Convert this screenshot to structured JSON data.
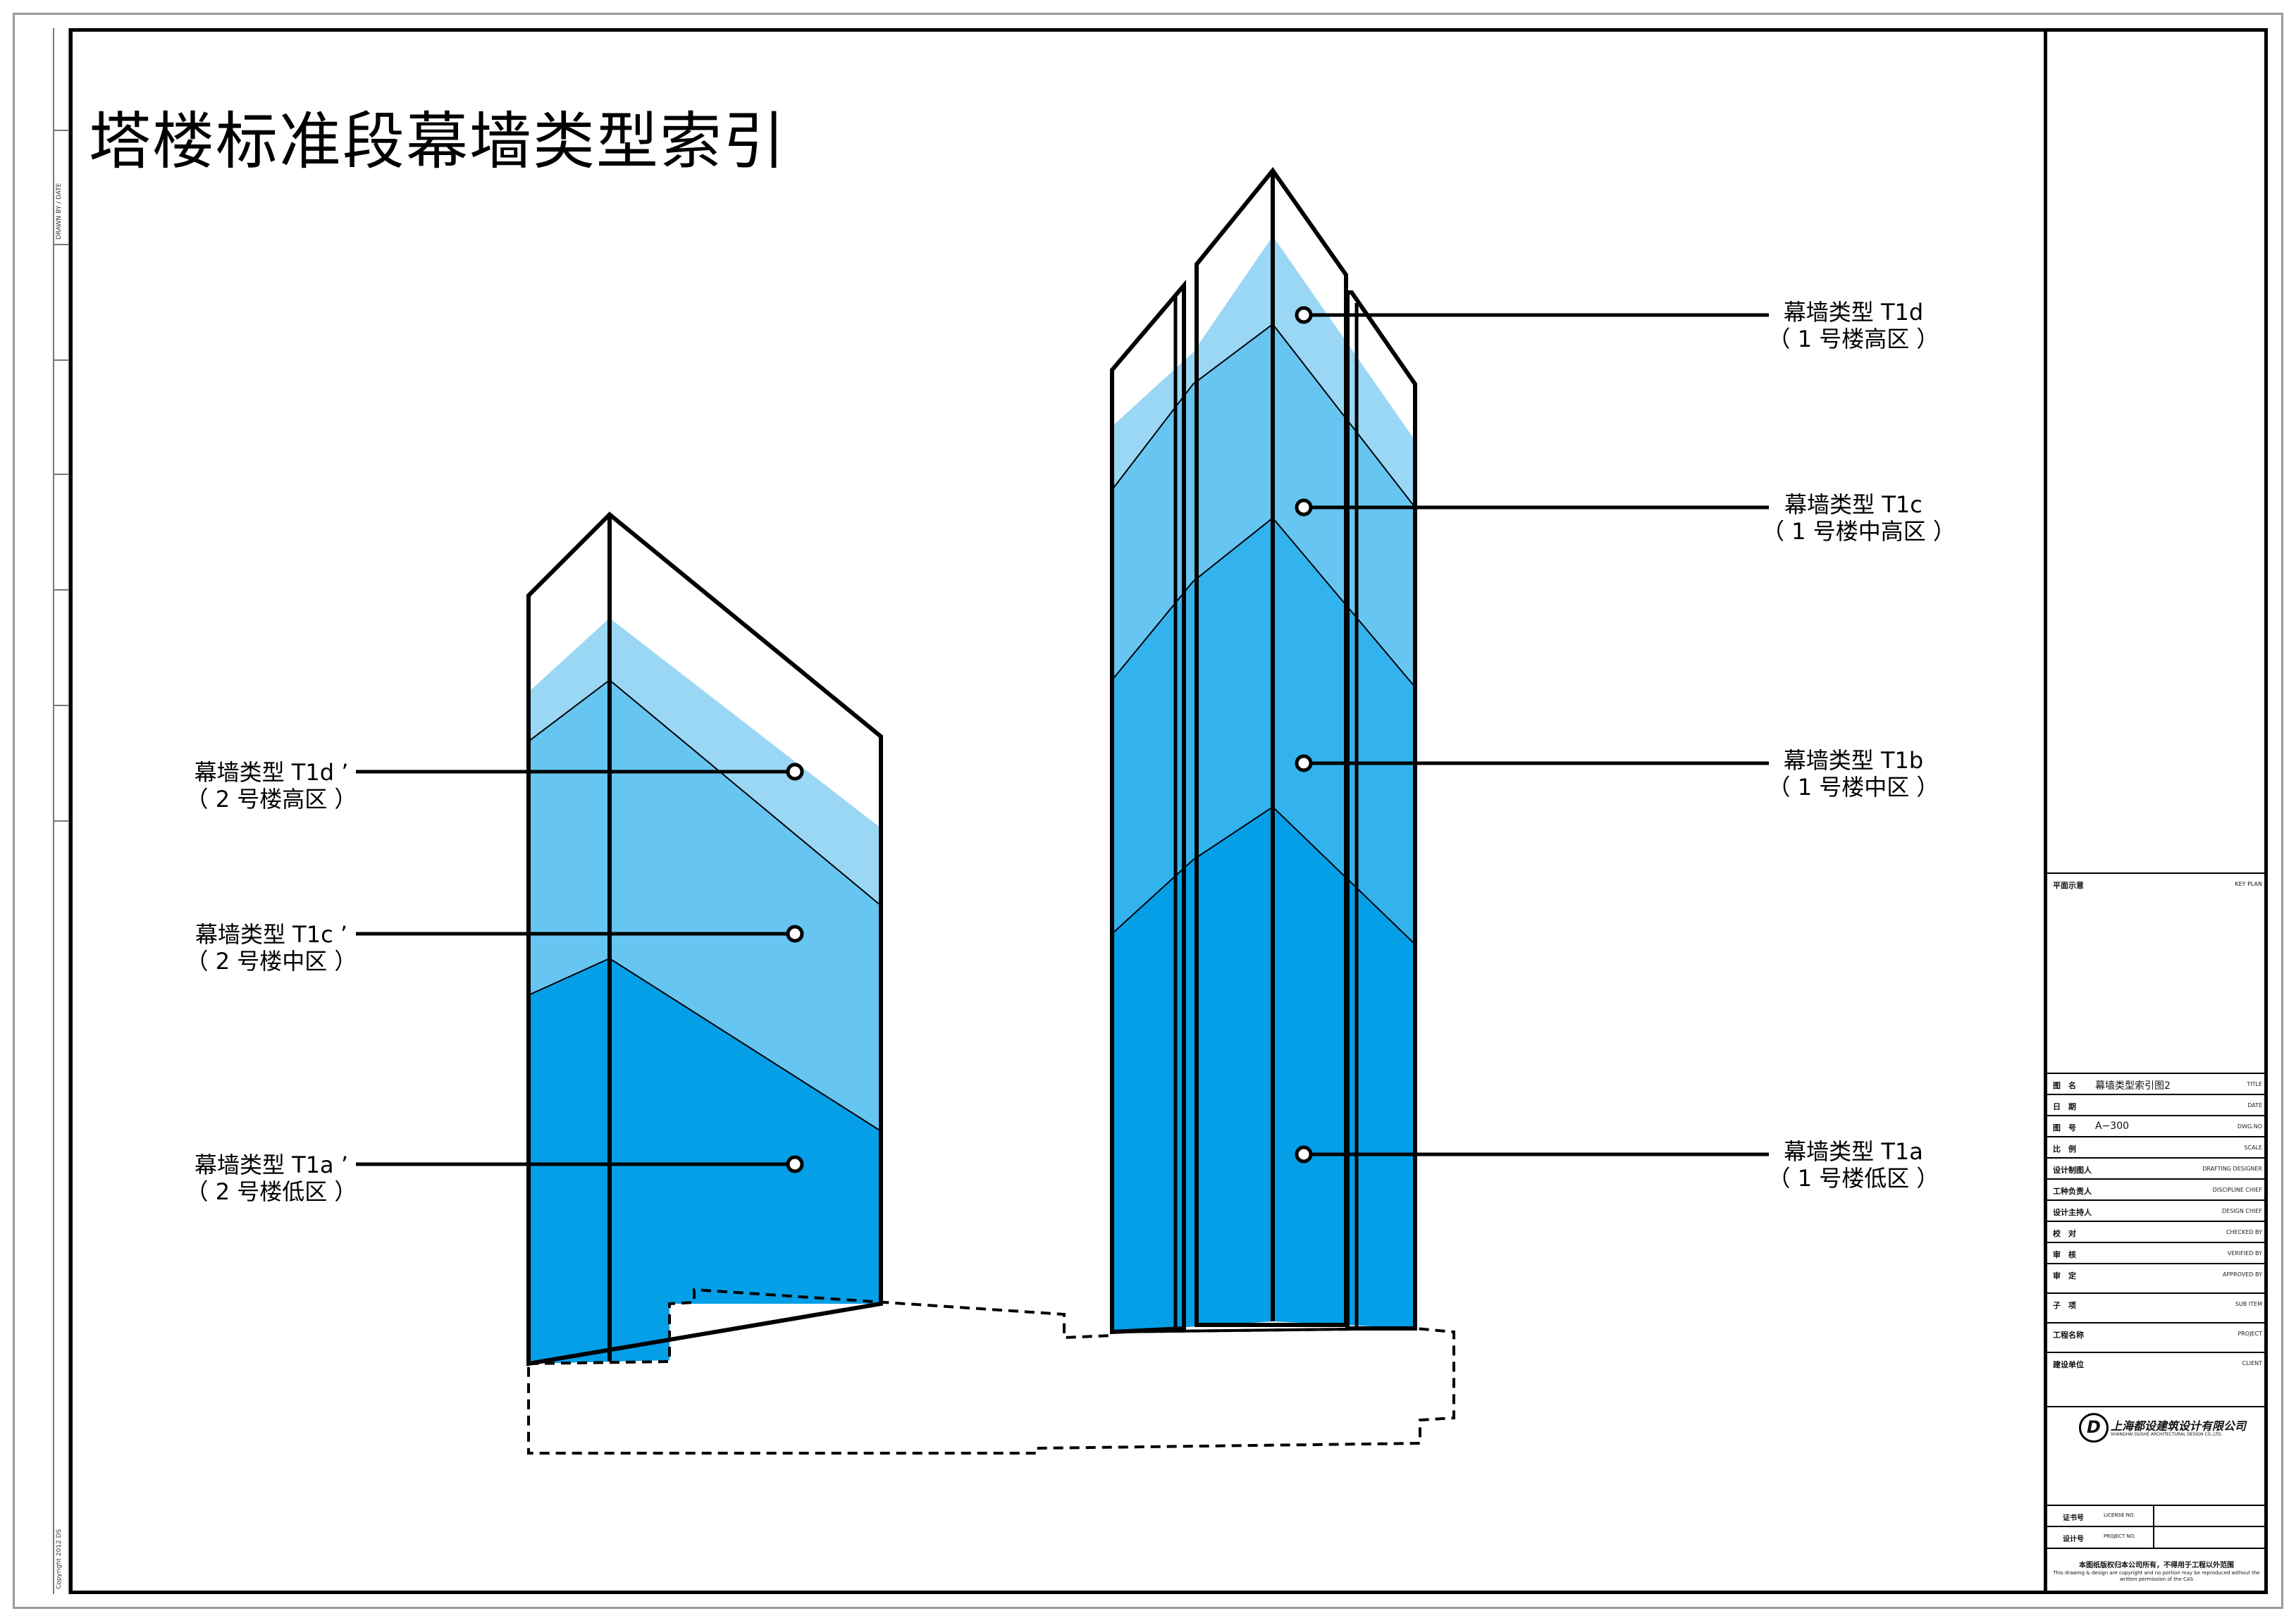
{
  "drawing": {
    "title": "塔楼标准段幕墙类型索引"
  },
  "colors": {
    "t1a": "#049fe6",
    "t1b": "#33b3ee",
    "t1c": "#67c5f1",
    "t1d": "#9ad7f4",
    "outline": "#000000"
  },
  "callouts_tower2": [
    {
      "line1": "幕墙类型 T1d ’",
      "line2": "（ 2 号楼高区 ）"
    },
    {
      "line1": "幕墙类型 T1c ’",
      "line2": "（ 2 号楼中区 ）"
    },
    {
      "line1": "幕墙类型 T1a ’",
      "line2": "（ 2 号楼低区 ）"
    }
  ],
  "callouts_tower1": [
    {
      "line1": "幕墙类型 T1d",
      "line2": "（ 1 号楼高区 ）"
    },
    {
      "line1": "幕墙类型 T1c",
      "line2": "（ 1 号楼中高区 ）"
    },
    {
      "line1": "幕墙类型 T1b",
      "line2": "（ 1 号楼中区 ）"
    },
    {
      "line1": "幕墙类型 T1a",
      "line2": "（ 1 号楼低区 ）"
    }
  ],
  "title_block": {
    "key_plan_label": "平面示意",
    "key_plan_en": "KEY PLAN",
    "rows": [
      {
        "label": "图　名",
        "value": "幕墙类型索引图2",
        "en": "TITLE"
      },
      {
        "label": "日　期",
        "value": "",
        "en": "DATE"
      },
      {
        "label": "图　号",
        "value": "A−300",
        "en": "DWG.NO"
      },
      {
        "label": "比　例",
        "value": "",
        "en": "SCALE"
      },
      {
        "label": "设计制图人",
        "value": "",
        "en": "DRAFTING DESIGNER"
      },
      {
        "label": "工种负责人",
        "value": "",
        "en": "DISCIPLINE CHIEF"
      },
      {
        "label": "设计主持人",
        "value": "",
        "en": "DESIGN CHIEF"
      },
      {
        "label": "校　对",
        "value": "",
        "en": "CHECKED BY"
      },
      {
        "label": "审　核",
        "value": "",
        "en": "VERIFIED BY"
      },
      {
        "label": "审　定",
        "value": "",
        "en": "APPROVED BY"
      },
      {
        "label": "子　项",
        "value": "",
        "en": "SUB ITEM"
      },
      {
        "label": "工程名称",
        "value": "",
        "en": "PROJECT"
      },
      {
        "label": "建设单位",
        "value": "",
        "en": "CLIENT"
      }
    ],
    "company": "上海都设建筑设计有限公司",
    "company_en": "SHANGHAI DUSHE ARCHITECTURAL DESIGN CO.,LTD.",
    "logo_letter": "D",
    "license_label": "证书号",
    "license_en": "LICENSE NO.",
    "project_no_label": "设计号",
    "project_no_en": "PROJECT NO.",
    "copyright_cn": "本图纸版权归本公司所有，不得用于工程以外范围",
    "copyright_en": "This drawing & design are copyright and no portion may be reproduced without the written permission of the CAS"
  },
  "margin": {
    "drawn_by": "DRAWN BY / DATE",
    "copyright": "Copyright 2012 DS"
  }
}
